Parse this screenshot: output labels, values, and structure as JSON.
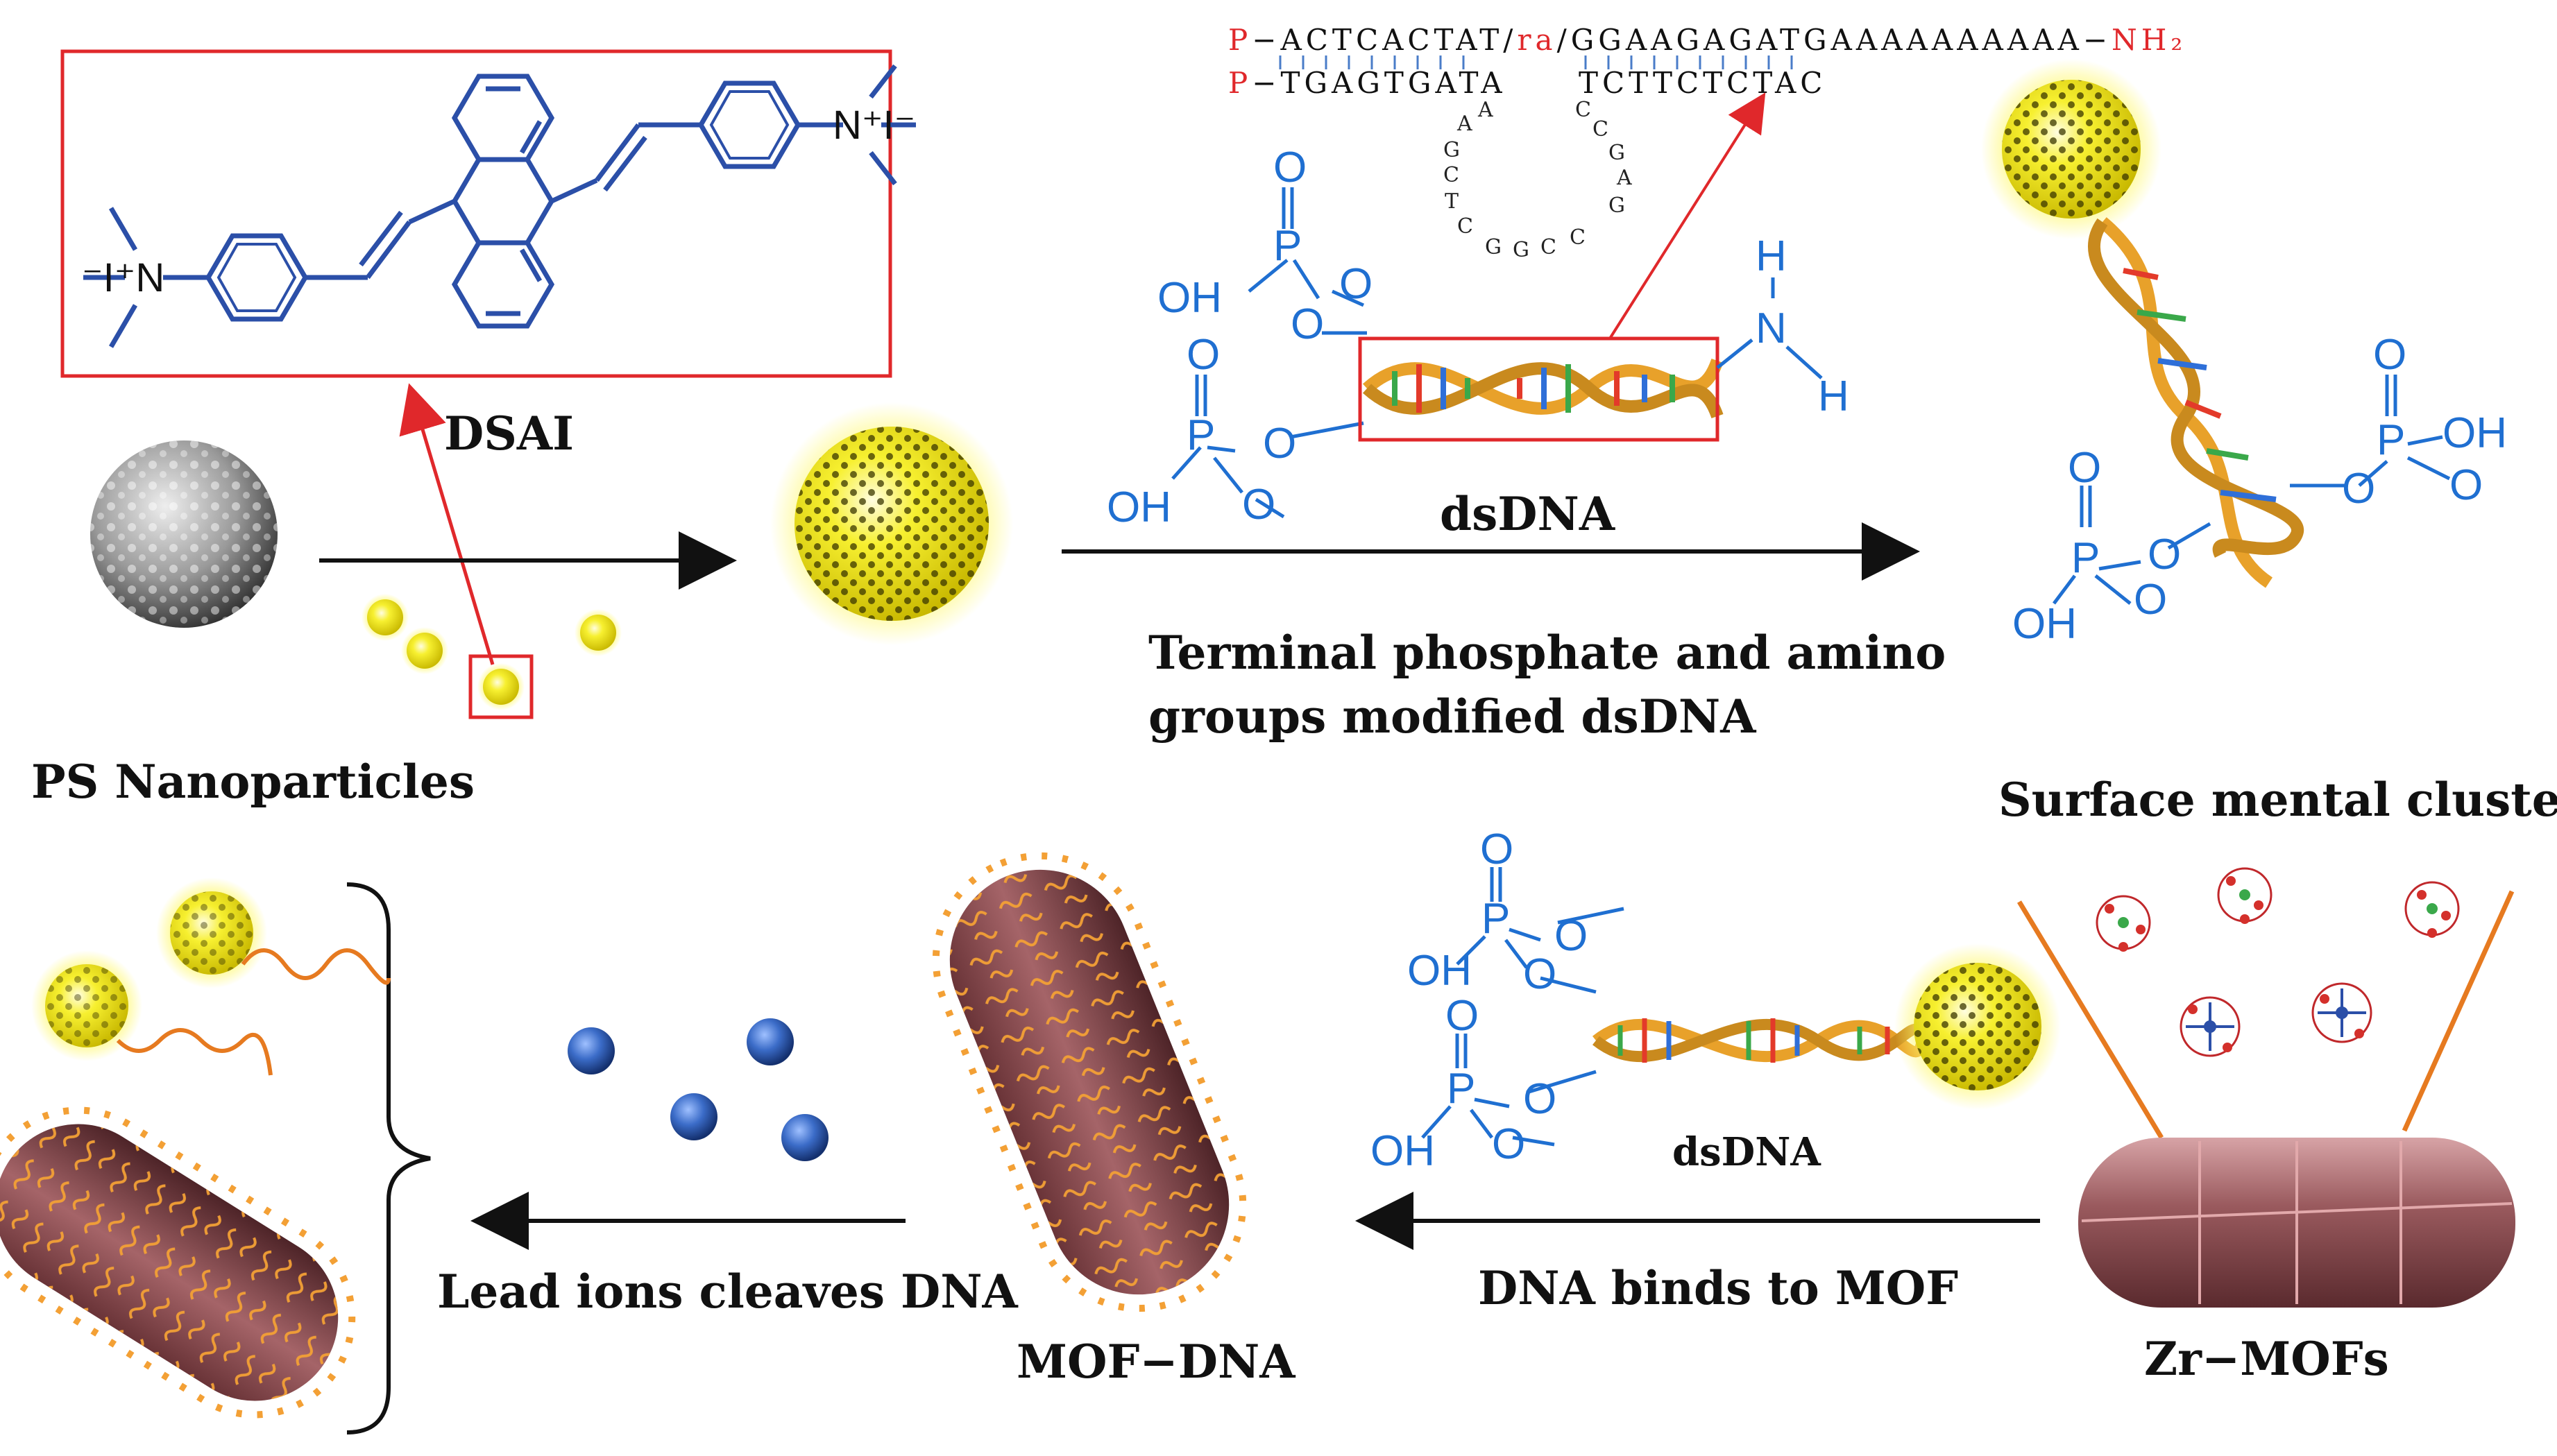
{
  "labels": {
    "dsai": "DSAI",
    "ps_nanoparticles": "PS Nanoparticles",
    "dsdna_top": "dsDNA",
    "step1_line1": "Terminal phosphate and amino",
    "step1_line2": "groups modified dsDNA",
    "surface_clusters": "Surface mental clusters",
    "dsdna_bottom": "dsDNA",
    "dna_binds": "DNA binds to MOF",
    "zr_mofs": "Zr−MOFs",
    "mof_dna": "MOF−DNA",
    "lead_ions": "Lead ions cleaves DNA"
  },
  "sequence": {
    "top_prefix": "P",
    "top_part1": "−ACTCACTAT/",
    "top_cleave": "ra",
    "top_part2": "/GGAAGAGATGAAAAAAAAAA−",
    "top_suffix": "NH₂",
    "bottom_prefix": "P",
    "bottom_part1": "−TGAGTGATA",
    "bottom_part2": "TCTTCTCTAC",
    "loop_left": [
      "A",
      "A",
      "G",
      "C",
      "T",
      "C"
    ],
    "loop_bottom": [
      "G",
      "G",
      "C",
      "C"
    ],
    "loop_right": [
      "C",
      "C",
      "G",
      "A",
      "G"
    ]
  },
  "chemistry": {
    "oh": "OH",
    "o": "O",
    "p": "P",
    "n": "N",
    "h": "H",
    "left_ammonium": "⁻I⁺N",
    "right_ammonium": "N⁺I⁻"
  },
  "colors": {
    "highlight_box": "#e0282b",
    "chem_blue": "#1f6fd1",
    "structure_blue": "#2b4fa8",
    "dsai_yellow": "#f2ec1c",
    "mof_brown": "#8a4a4a",
    "dna_orange": "#f0a030",
    "lead_blue": "#2f5fb8"
  }
}
